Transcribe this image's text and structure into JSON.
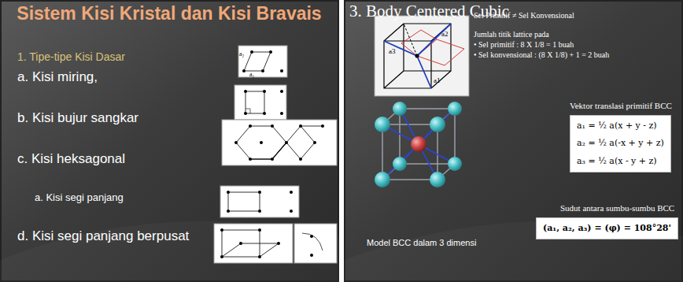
{
  "diagram": {
    "title": "Sistem Kisi Kristal dan Kisi Bravais",
    "nodes": [
      {
        "text": [
          "a₁ = ½ a(x + y - z)",
          "a₂ = ½ a(-x + y + z)",
          "a₃ = ½ a(x - y + z)"
        ]
      },
      {
        "text": [
          "(a₁, a₂, a₃) = (φ) = 108°28'"
        ]
      }
    ],
    "labels": [
      "1. Tipe-tipe Kisi Dasar",
      "a. Kisi miring,",
      "b. Kisi bujur sangkar",
      "c. Kisi heksagonal",
      "a. Kisi segi panjang",
      "d. Kisi segi panjang berpusat",
      "3. Body Centered Cubic",
      "Sel Primitif ≠ Sel Konvensional",
      "Jumlah titik lattice pada",
      "• Sel primitif : 8 X 1/8 = 1 buah",
      "• Sel konvensional : (8 X 1/8) + 1 = 2 buah",
      "Vektor translasi primitif BCC",
      "Sudut antara sumbu-sumbu BCC",
      "Model BCC dalam 3 dimensi",
      "a1",
      "a2",
      "a3",
      "a₂",
      "a₁"
    ]
  }
}
